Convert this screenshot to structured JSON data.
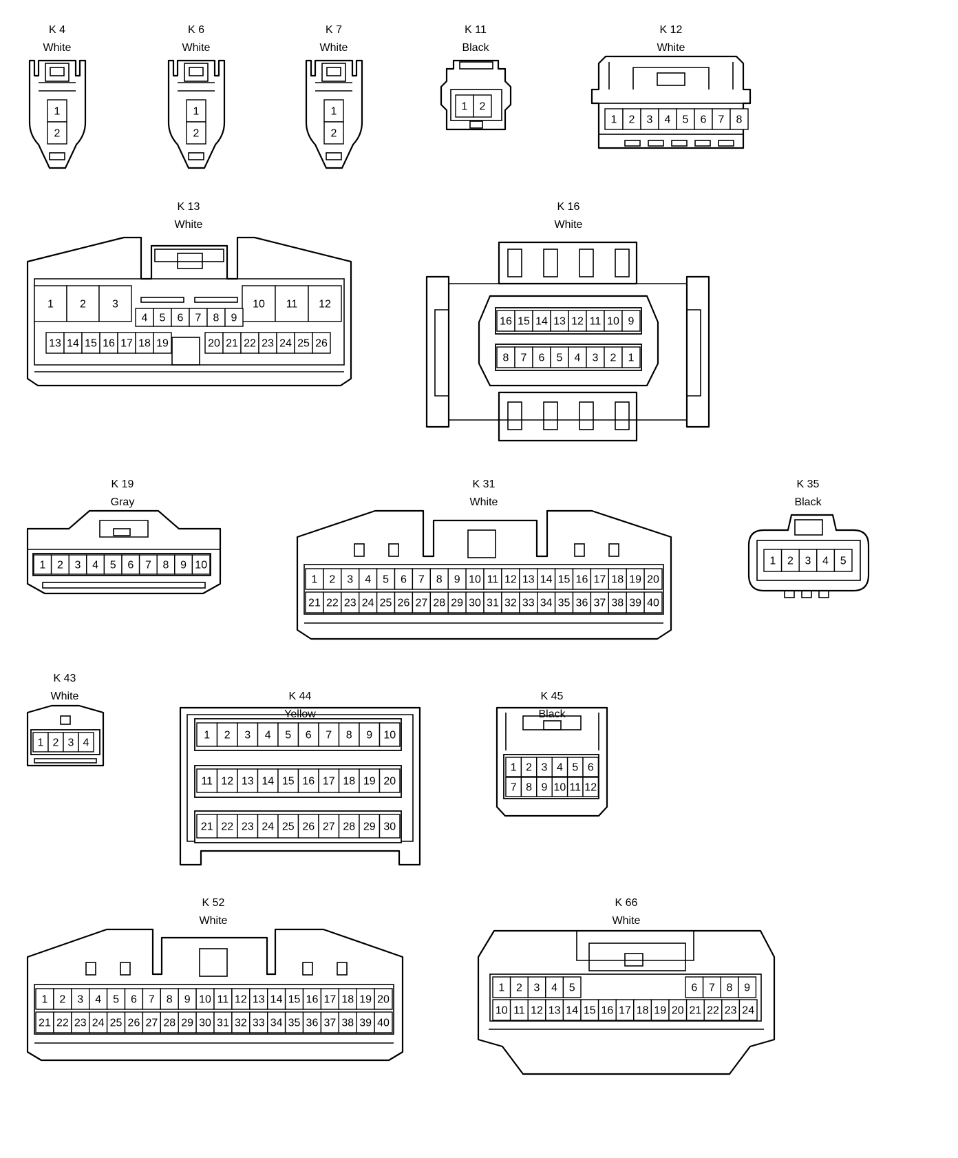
{
  "connectors": [
    {
      "id": "K4",
      "label": "K 4",
      "color": "White",
      "pins": [
        [
          "1"
        ],
        [
          "2"
        ]
      ]
    },
    {
      "id": "K6",
      "label": "K 6",
      "color": "White",
      "pins": [
        [
          "1"
        ],
        [
          "2"
        ]
      ]
    },
    {
      "id": "K7",
      "label": "K 7",
      "color": "White",
      "pins": [
        [
          "1"
        ],
        [
          "2"
        ]
      ]
    },
    {
      "id": "K11",
      "label": "K 11",
      "color": "Black",
      "pins": [
        [
          "1",
          "2"
        ]
      ]
    },
    {
      "id": "K12",
      "label": "K 12",
      "color": "White",
      "pins": [
        [
          "1",
          "2",
          "3",
          "4",
          "5",
          "6",
          "7",
          "8"
        ]
      ]
    },
    {
      "id": "K13",
      "label": "K 13",
      "color": "White",
      "pins": [
        [
          "1",
          "2",
          "3",
          "10",
          "11",
          "12"
        ],
        [
          "4",
          "5",
          "6",
          "7",
          "8",
          "9"
        ],
        [
          "13",
          "14",
          "15",
          "16",
          "17",
          "18",
          "19",
          "20",
          "21",
          "22",
          "23",
          "24",
          "25",
          "26"
        ]
      ]
    },
    {
      "id": "K16",
      "label": "K 16",
      "color": "White",
      "pins": [
        [
          "16",
          "15",
          "14",
          "13",
          "12",
          "11",
          "10",
          "9"
        ],
        [
          "8",
          "7",
          "6",
          "5",
          "4",
          "3",
          "2",
          "1"
        ]
      ]
    },
    {
      "id": "K19",
      "label": "K 19",
      "color": "Gray",
      "pins": [
        [
          "1",
          "2",
          "3",
          "4",
          "5",
          "6",
          "7",
          "8",
          "9",
          "10"
        ]
      ]
    },
    {
      "id": "K31",
      "label": "K 31",
      "color": "White",
      "pins": [
        [
          "1",
          "2",
          "3",
          "4",
          "5",
          "6",
          "7",
          "8",
          "9",
          "10",
          "11",
          "12",
          "13",
          "14",
          "15",
          "16",
          "17",
          "18",
          "19",
          "20"
        ],
        [
          "21",
          "22",
          "23",
          "24",
          "25",
          "26",
          "27",
          "28",
          "29",
          "30",
          "31",
          "32",
          "33",
          "34",
          "35",
          "36",
          "37",
          "38",
          "39",
          "40"
        ]
      ]
    },
    {
      "id": "K35",
      "label": "K 35",
      "color": "Black",
      "pins": [
        [
          "1",
          "2",
          "3",
          "4",
          "5"
        ]
      ]
    },
    {
      "id": "K43",
      "label": "K 43",
      "color": "White",
      "pins": [
        [
          "1",
          "2",
          "3",
          "4"
        ]
      ]
    },
    {
      "id": "K44",
      "label": "K 44",
      "color": "Yellow",
      "pins": [
        [
          "1",
          "2",
          "3",
          "4",
          "5",
          "6",
          "7",
          "8",
          "9",
          "10"
        ],
        [
          "11",
          "12",
          "13",
          "14",
          "15",
          "16",
          "17",
          "18",
          "19",
          "20"
        ],
        [
          "21",
          "22",
          "23",
          "24",
          "25",
          "26",
          "27",
          "28",
          "29",
          "30"
        ]
      ]
    },
    {
      "id": "K45",
      "label": "K 45",
      "color": "Black",
      "pins": [
        [
          "1",
          "2",
          "3",
          "4",
          "5",
          "6"
        ],
        [
          "7",
          "8",
          "9",
          "10",
          "11",
          "12"
        ]
      ]
    },
    {
      "id": "K52",
      "label": "K 52",
      "color": "White",
      "pins": [
        [
          "1",
          "2",
          "3",
          "4",
          "5",
          "6",
          "7",
          "8",
          "9",
          "10",
          "11",
          "12",
          "13",
          "14",
          "15",
          "16",
          "17",
          "18",
          "19",
          "20"
        ],
        [
          "21",
          "22",
          "23",
          "24",
          "25",
          "26",
          "27",
          "28",
          "29",
          "30",
          "31",
          "32",
          "33",
          "34",
          "35",
          "36",
          "37",
          "38",
          "39",
          "40"
        ]
      ]
    },
    {
      "id": "K66",
      "label": "K 66",
      "color": "White",
      "pins": [
        [
          "1",
          "2",
          "3",
          "4",
          "5",
          "6",
          "7",
          "8",
          "9"
        ],
        [
          "10",
          "11",
          "12",
          "13",
          "14",
          "15",
          "16",
          "17",
          "18",
          "19",
          "20",
          "21",
          "22",
          "23",
          "24"
        ]
      ]
    }
  ]
}
